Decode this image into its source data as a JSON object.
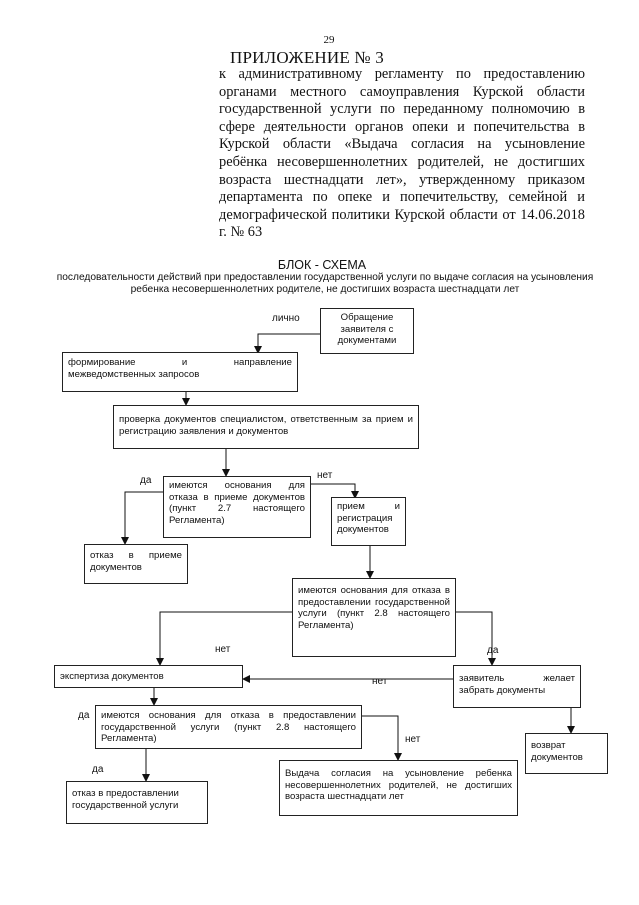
{
  "page": {
    "number": "29",
    "appendix_title": "ПРИЛОЖЕНИЕ № 3",
    "appendix_body": "к административному регламенту по предоставлению органами местного самоуправления Курской области государственной услуги по переданному полномочию в сфере деятельности органов опеки и попечительства в Курской области «Выдача согласия на усыновление ребёнка несовершеннолетних родителей, не достигших возраста шестнадцати лет», утвержденному приказом департамента по опеке и попечительству, семейной и демографической политики Курской области от 14.06.2018 г. № 63"
  },
  "scheme": {
    "title": "БЛОК - СХЕМА",
    "subtitle": "последовательности действий при предоставлении государственной услуги по выдаче согласия на усыновления ребенка несовершеннолетних родителе, не достигших возраста шестнадцати лет"
  },
  "nodes": {
    "applicant": "Обращение заявителя с документами",
    "interagency": "формирование и направление межведомственных запросов",
    "check_docs": "проверка документов специалистом, ответственным за прием и регистрацию заявления и документов",
    "refusal_grounds_intake": "имеются основания для отказа в приеме документов (пункт 2.7 настоящего Регламента)",
    "intake_refusal": "отказ в приеме документов",
    "intake_registration": "прием и регистрация документов",
    "refusal_grounds_service": "имеются основания для отказа в предоставлении государственной услуги (пункт 2.8 настоящего Регламента)",
    "expertise": "экспертиза документов",
    "wants_docs_back": "заявитель желает забрать документы",
    "refusal_grounds_service_2": "имеются основания для отказа в предоставлении государственной услуги (пункт 2.8 настоящего Регламента)",
    "return_docs": "возврат документов",
    "service_refusal": "отказ в предоставлении государственной услуги",
    "consent_issue": "Выдача согласия на усыновление ребенка несовершеннолетних родителей, не достигших возраста шестнадцати лет"
  },
  "labels": {
    "in_person": "лично",
    "yes": "да",
    "no": "нет"
  }
}
